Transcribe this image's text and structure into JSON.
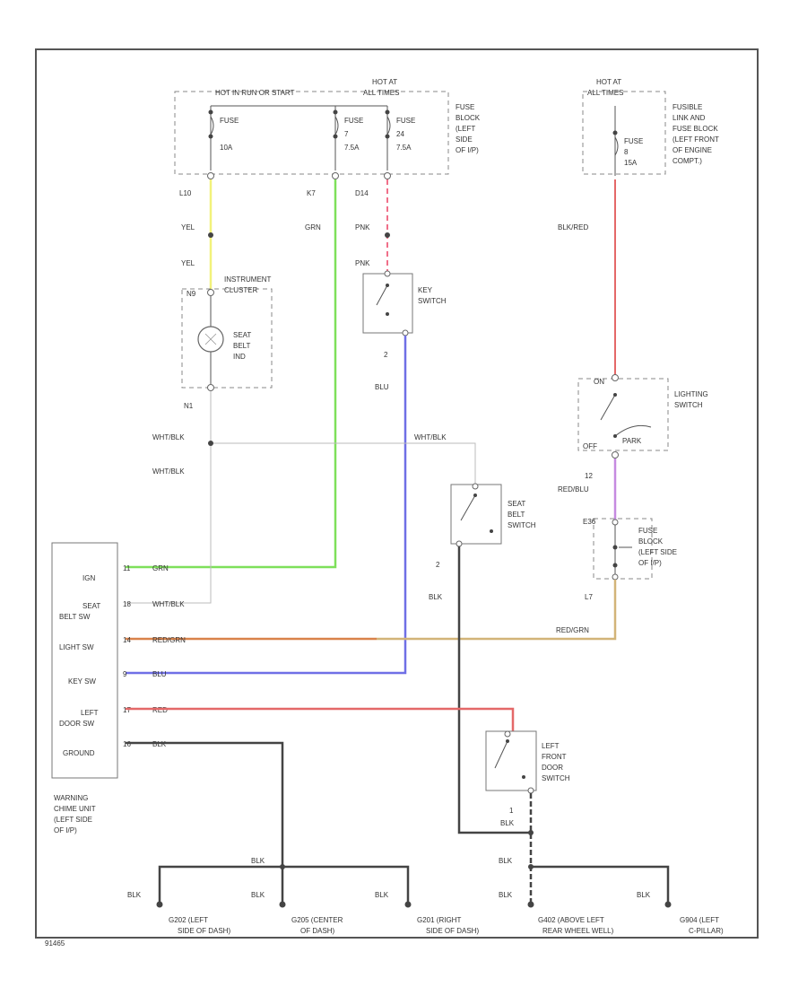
{
  "colors": {
    "yellow": "#f2f27a",
    "green": "#7ee05a",
    "pink": "#f0708a",
    "red": "#e46868",
    "blue": "#6f6fe6",
    "violet": "#c68ae0",
    "orange": "#d9824a",
    "tan": "#d2b478",
    "gray": "#444444"
  },
  "labels": {
    "hot_run_start": "HOT IN RUN OR START",
    "hot_at_all_times_1": "HOT AT",
    "hot_at_all_times_2": "ALL TIMES",
    "fuse_left_label": "FUSE",
    "fuse_left_amp": "10A",
    "fuse_mid_label": "FUSE",
    "fuse_mid_num": "7",
    "fuse_mid_amp": "7.5A",
    "fuse_right_label": "FUSE",
    "fuse_right_num": "24",
    "fuse_right_amp": "7.5A",
    "fuse_block_1": "FUSE",
    "fuse_block_2": "BLOCK",
    "fuse_block_3": "(LEFT",
    "fuse_block_4": "SIDE",
    "fuse_block_5": "OF I/P)",
    "fusible_1": "FUSIBLE",
    "fusible_2": "LINK AND",
    "fusible_3": "FUSE BLOCK",
    "fusible_4": "(LEFT FRONT",
    "fusible_5": "OF ENGINE",
    "fusible_6": "COMPT.)",
    "fuse_far_label": "FUSE",
    "fuse_far_num": "8",
    "fuse_far_amp": "15A",
    "pin_l10": "L10",
    "pin_k7": "K7",
    "pin_d14": "D14",
    "wire_yel_1": "YEL",
    "wire_yel_2": "YEL",
    "wire_grn": "GRN",
    "wire_pnk_1": "PNK",
    "wire_pnk_2": "PNK",
    "wire_blkred": "BLK/RED",
    "instrument_1": "INSTRUMENT",
    "instrument_2": "CLUSTER",
    "pin_n9": "N9",
    "seat_belt_ind_1": "SEAT",
    "seat_belt_ind_2": "BELT",
    "seat_belt_ind_3": "IND",
    "pin_n1": "N1",
    "key_switch_1": "KEY",
    "key_switch_2": "SWITCH",
    "pin_key": "2",
    "wire_blu": "BLU",
    "lighting_1": "LIGHTING",
    "lighting_2": "SWITCH",
    "pos_on": "ON",
    "pos_off": "OFF",
    "pos_park": "PARK",
    "pin_12": "12",
    "wire_redblu": "RED/BLU",
    "pin_e36": "E36",
    "pin_l7": "L7",
    "fuse_block_b1": "FUSE",
    "fuse_block_b2": "BLOCK",
    "fuse_block_b3": "(LEFT SIDE",
    "fuse_block_b4": "OF I/P)",
    "wire_whtblk_1": "WHT/BLK",
    "wire_whtblk_2": "WHT/BLK",
    "wire_whtblk_3": "WHT/BLK",
    "seat_belt_sw_1": "SEAT",
    "seat_belt_sw_2": "BELT",
    "seat_belt_sw_3": "SWITCH",
    "pin_sb": "2",
    "wire_blk_sb": "BLK",
    "unit_ign": "IGN",
    "unit_seat_1": "SEAT",
    "unit_seat_2": "BELT SW",
    "unit_light": "LIGHT SW",
    "unit_key": "KEY SW",
    "unit_door_1": "LEFT",
    "unit_door_2": "DOOR SW",
    "unit_ground": "GROUND",
    "upin_1": "11",
    "upin_2": "18",
    "upin_3": "14",
    "upin_4": "9",
    "upin_5": "17",
    "upin_6": "16",
    "uwire_1": "GRN",
    "uwire_2": "WHT/BLK",
    "uwire_3": "RED/GRN",
    "uwire_4": "BLU",
    "uwire_5": "RED",
    "uwire_6": "BLK",
    "wire_redgrn_right": "RED/GRN",
    "chime_1": "WARNING",
    "chime_2": "CHIME UNIT",
    "chime_3": "(LEFT SIDE",
    "chime_4": "OF I/P)",
    "door_1": "LEFT",
    "door_2": "FRONT",
    "door_3": "DOOR",
    "door_4": "SWITCH",
    "pin_door": "1",
    "blk_1": "BLK",
    "blk_2": "BLK",
    "blk_3": "BLK",
    "blk_4": "BLK",
    "blk_5": "BLK",
    "blk_6": "BLK",
    "blk_7": "BLK",
    "blk_8": "BLK",
    "g_1a": "G202 (LEFT",
    "g_1b": "SIDE OF DASH)",
    "g_2a": "G205 (CENTER",
    "g_2b": "OF DASH)",
    "g_3a": "G201 (RIGHT",
    "g_3b": "SIDE OF DASH)",
    "g_4a": "G402 (ABOVE LEFT",
    "g_4b": "REAR WHEEL WELL)",
    "g_5a": "G904 (LEFT",
    "g_5b": "C-PILLAR)",
    "ref": "91465"
  }
}
